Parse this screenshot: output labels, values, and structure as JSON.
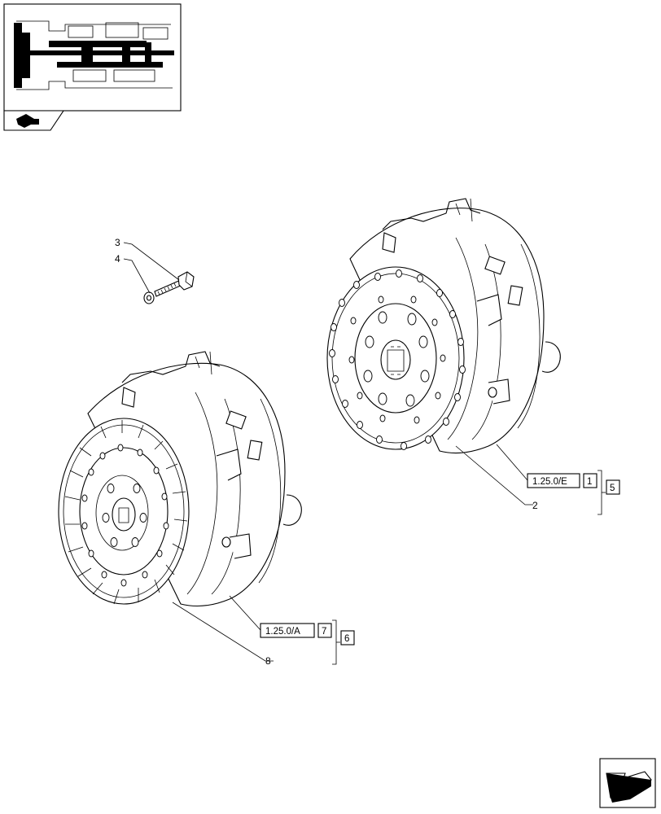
{
  "callouts": [
    {
      "id": "c3",
      "label": "3"
    },
    {
      "id": "c4",
      "label": "4"
    },
    {
      "id": "c2",
      "label": "2"
    },
    {
      "id": "c8",
      "label": "8"
    }
  ],
  "references": {
    "upper": {
      "code": "1.25.0/E",
      "index": "1",
      "group": "5"
    },
    "lower": {
      "code": "1.25.0/A",
      "index": "7",
      "group": "6"
    }
  },
  "icons": {
    "thumbnail": "transmission-section-thumbnail",
    "section_marker": "hand-pointer-icon",
    "nav": "next-page-arrow-icon"
  }
}
